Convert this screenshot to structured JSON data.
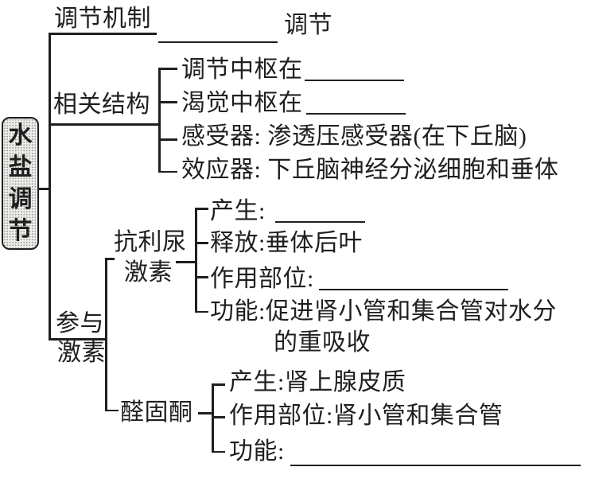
{
  "colors": {
    "ink": "#1f1f1f",
    "paper": "#ffffff",
    "root_box_fill": "#eeeeea",
    "root_box_dots": "#9a9a9a"
  },
  "root": {
    "label": "水盐调节"
  },
  "mechanism": {
    "label": "调节机制",
    "suffix_after_blank": "调节"
  },
  "structures": {
    "label": "相关结构",
    "items": [
      {
        "text": "调节中枢在",
        "blank": true
      },
      {
        "text": "渴觉中枢在",
        "blank": true
      },
      {
        "text": "感受器: 渗透压感受器(在下丘脑)",
        "blank": false
      },
      {
        "text": "效应器: 下丘脑神经分泌细胞和垂体",
        "blank": false
      }
    ]
  },
  "hormones": {
    "label_line1": "参与",
    "label_line2": "激素",
    "adh": {
      "label_line1": "抗利尿",
      "label_line2": "激素",
      "items": [
        {
          "text": "产生:",
          "blank": true
        },
        {
          "text": "释放:垂体后叶",
          "blank": false
        },
        {
          "text": "作用部位:",
          "blank": true
        },
        {
          "text": "功能:促进肾小管和集合管对水分",
          "blank": false
        },
        {
          "text": "的重吸收",
          "blank": false
        }
      ]
    },
    "aldosterone": {
      "label": "醛固酮",
      "items": [
        {
          "text": "产生:肾上腺皮质",
          "blank": false
        },
        {
          "text": "作用部位:肾小管和集合管",
          "blank": false
        },
        {
          "text": "功能:",
          "blank": true
        }
      ]
    }
  }
}
